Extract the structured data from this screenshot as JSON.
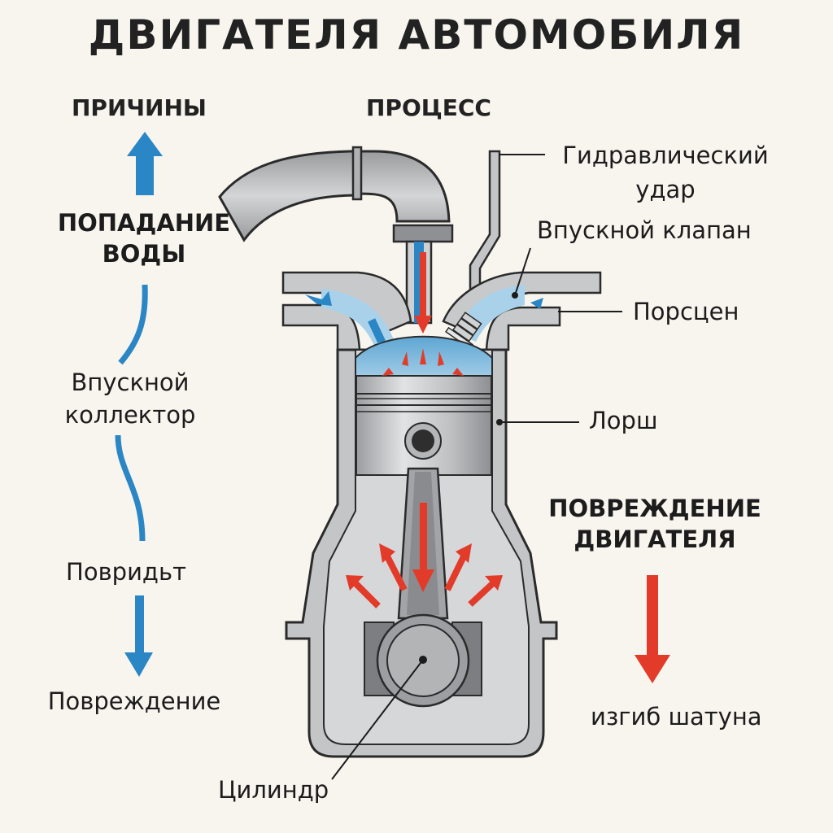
{
  "title": "ДВИГАТЕЛЯ АВТОМОБИЛЯ",
  "columns": {
    "causes": "ПРИЧИНЫ",
    "process": "ПРОЦЕСС"
  },
  "causes_flow": [
    {
      "text": "ПОПАДАНИЕ\nВОДЫ",
      "line1": "ПОПАДАНИЕ",
      "line2": "ВОДЫ",
      "style": "bold-caps"
    },
    {
      "line1": "Впускной",
      "line2": "коллектор"
    },
    {
      "line1": "Повридьт"
    },
    {
      "line1": "Повреждение"
    }
  ],
  "callouts": {
    "hydro_line1": "Гидравлический",
    "hydro_line2": "удар",
    "intake_valve": "Впускной клапан",
    "porcien": "Порсцен",
    "piston": "Лорш",
    "cylinder": "Цилиндр"
  },
  "damage": {
    "heading_line1": "ПОВРЕЖДЕНИЕ",
    "heading_line2": "ДВИГАТЕЛЯ",
    "result": "изгиб шатуна"
  },
  "colors": {
    "background": "#f8f5ef",
    "water_blue": "#2a86c4",
    "water_light": "#a9d2ea",
    "force_red": "#e23b2a",
    "metal": "#c4c5c7",
    "metal_dark": "#8d8f92",
    "outline": "#2b2b2b"
  }
}
